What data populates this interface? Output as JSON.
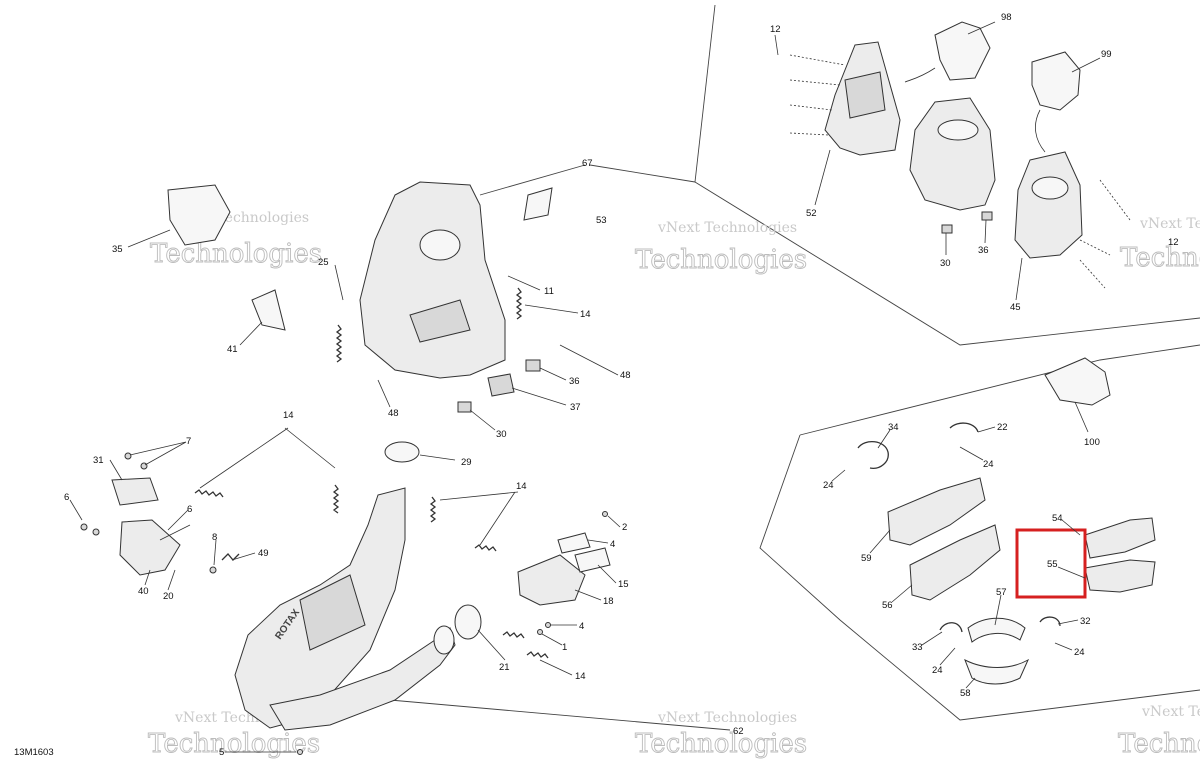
{
  "diagram_id": "13M1603",
  "watermark": {
    "line1": "vNext Technologies",
    "line2": "Technologies"
  },
  "callouts": [
    {
      "id": "c12a",
      "label": "12"
    },
    {
      "id": "c98",
      "label": "98"
    },
    {
      "id": "c99",
      "label": "99"
    },
    {
      "id": "c52",
      "label": "52"
    },
    {
      "id": "c30a",
      "label": "30"
    },
    {
      "id": "c36a",
      "label": "36"
    },
    {
      "id": "c45",
      "label": "45"
    },
    {
      "id": "c12b",
      "label": "12"
    },
    {
      "id": "c67",
      "label": "67"
    },
    {
      "id": "c53",
      "label": "53"
    },
    {
      "id": "c35",
      "label": "35"
    },
    {
      "id": "c25",
      "label": "25"
    },
    {
      "id": "c11",
      "label": "11"
    },
    {
      "id": "c14a",
      "label": "14"
    },
    {
      "id": "c41",
      "label": "41"
    },
    {
      "id": "c48a",
      "label": "48"
    },
    {
      "id": "c36b",
      "label": "36"
    },
    {
      "id": "c48b",
      "label": "48"
    },
    {
      "id": "c37",
      "label": "37"
    },
    {
      "id": "c30b",
      "label": "30"
    },
    {
      "id": "c14b",
      "label": "14"
    },
    {
      "id": "c29",
      "label": "29"
    },
    {
      "id": "c7",
      "label": "7"
    },
    {
      "id": "c31",
      "label": "31"
    },
    {
      "id": "c6a",
      "label": "6"
    },
    {
      "id": "c6b",
      "label": "6"
    },
    {
      "id": "c14c",
      "label": "14"
    },
    {
      "id": "c2",
      "label": "2"
    },
    {
      "id": "c4a",
      "label": "4"
    },
    {
      "id": "c8",
      "label": "8"
    },
    {
      "id": "c49",
      "label": "49"
    },
    {
      "id": "c15",
      "label": "15"
    },
    {
      "id": "c18",
      "label": "18"
    },
    {
      "id": "c40",
      "label": "40"
    },
    {
      "id": "c20",
      "label": "20"
    },
    {
      "id": "c4b",
      "label": "4"
    },
    {
      "id": "c1",
      "label": "1"
    },
    {
      "id": "c21",
      "label": "21"
    },
    {
      "id": "c14d",
      "label": "14"
    },
    {
      "id": "c5",
      "label": "5"
    },
    {
      "id": "c62",
      "label": "62"
    },
    {
      "id": "c100",
      "label": "100"
    },
    {
      "id": "c34",
      "label": "34"
    },
    {
      "id": "c22",
      "label": "22"
    },
    {
      "id": "c24a",
      "label": "24"
    },
    {
      "id": "c24b",
      "label": "24"
    },
    {
      "id": "c59",
      "label": "59"
    },
    {
      "id": "c54",
      "label": "54"
    },
    {
      "id": "c55",
      "label": "55"
    },
    {
      "id": "c56",
      "label": "56"
    },
    {
      "id": "c57",
      "label": "57"
    },
    {
      "id": "c32",
      "label": "32"
    },
    {
      "id": "c33",
      "label": "33"
    },
    {
      "id": "c24c",
      "label": "24"
    },
    {
      "id": "c24d",
      "label": "24"
    },
    {
      "id": "c58",
      "label": "58"
    }
  ],
  "part_labels": {
    "rotax": "ROTAX"
  },
  "highlight": {
    "label": "55",
    "color": "#d62020"
  },
  "colors": {
    "line": "#333333",
    "part_fill": "#ececec",
    "watermark": "#bcbcbc"
  }
}
